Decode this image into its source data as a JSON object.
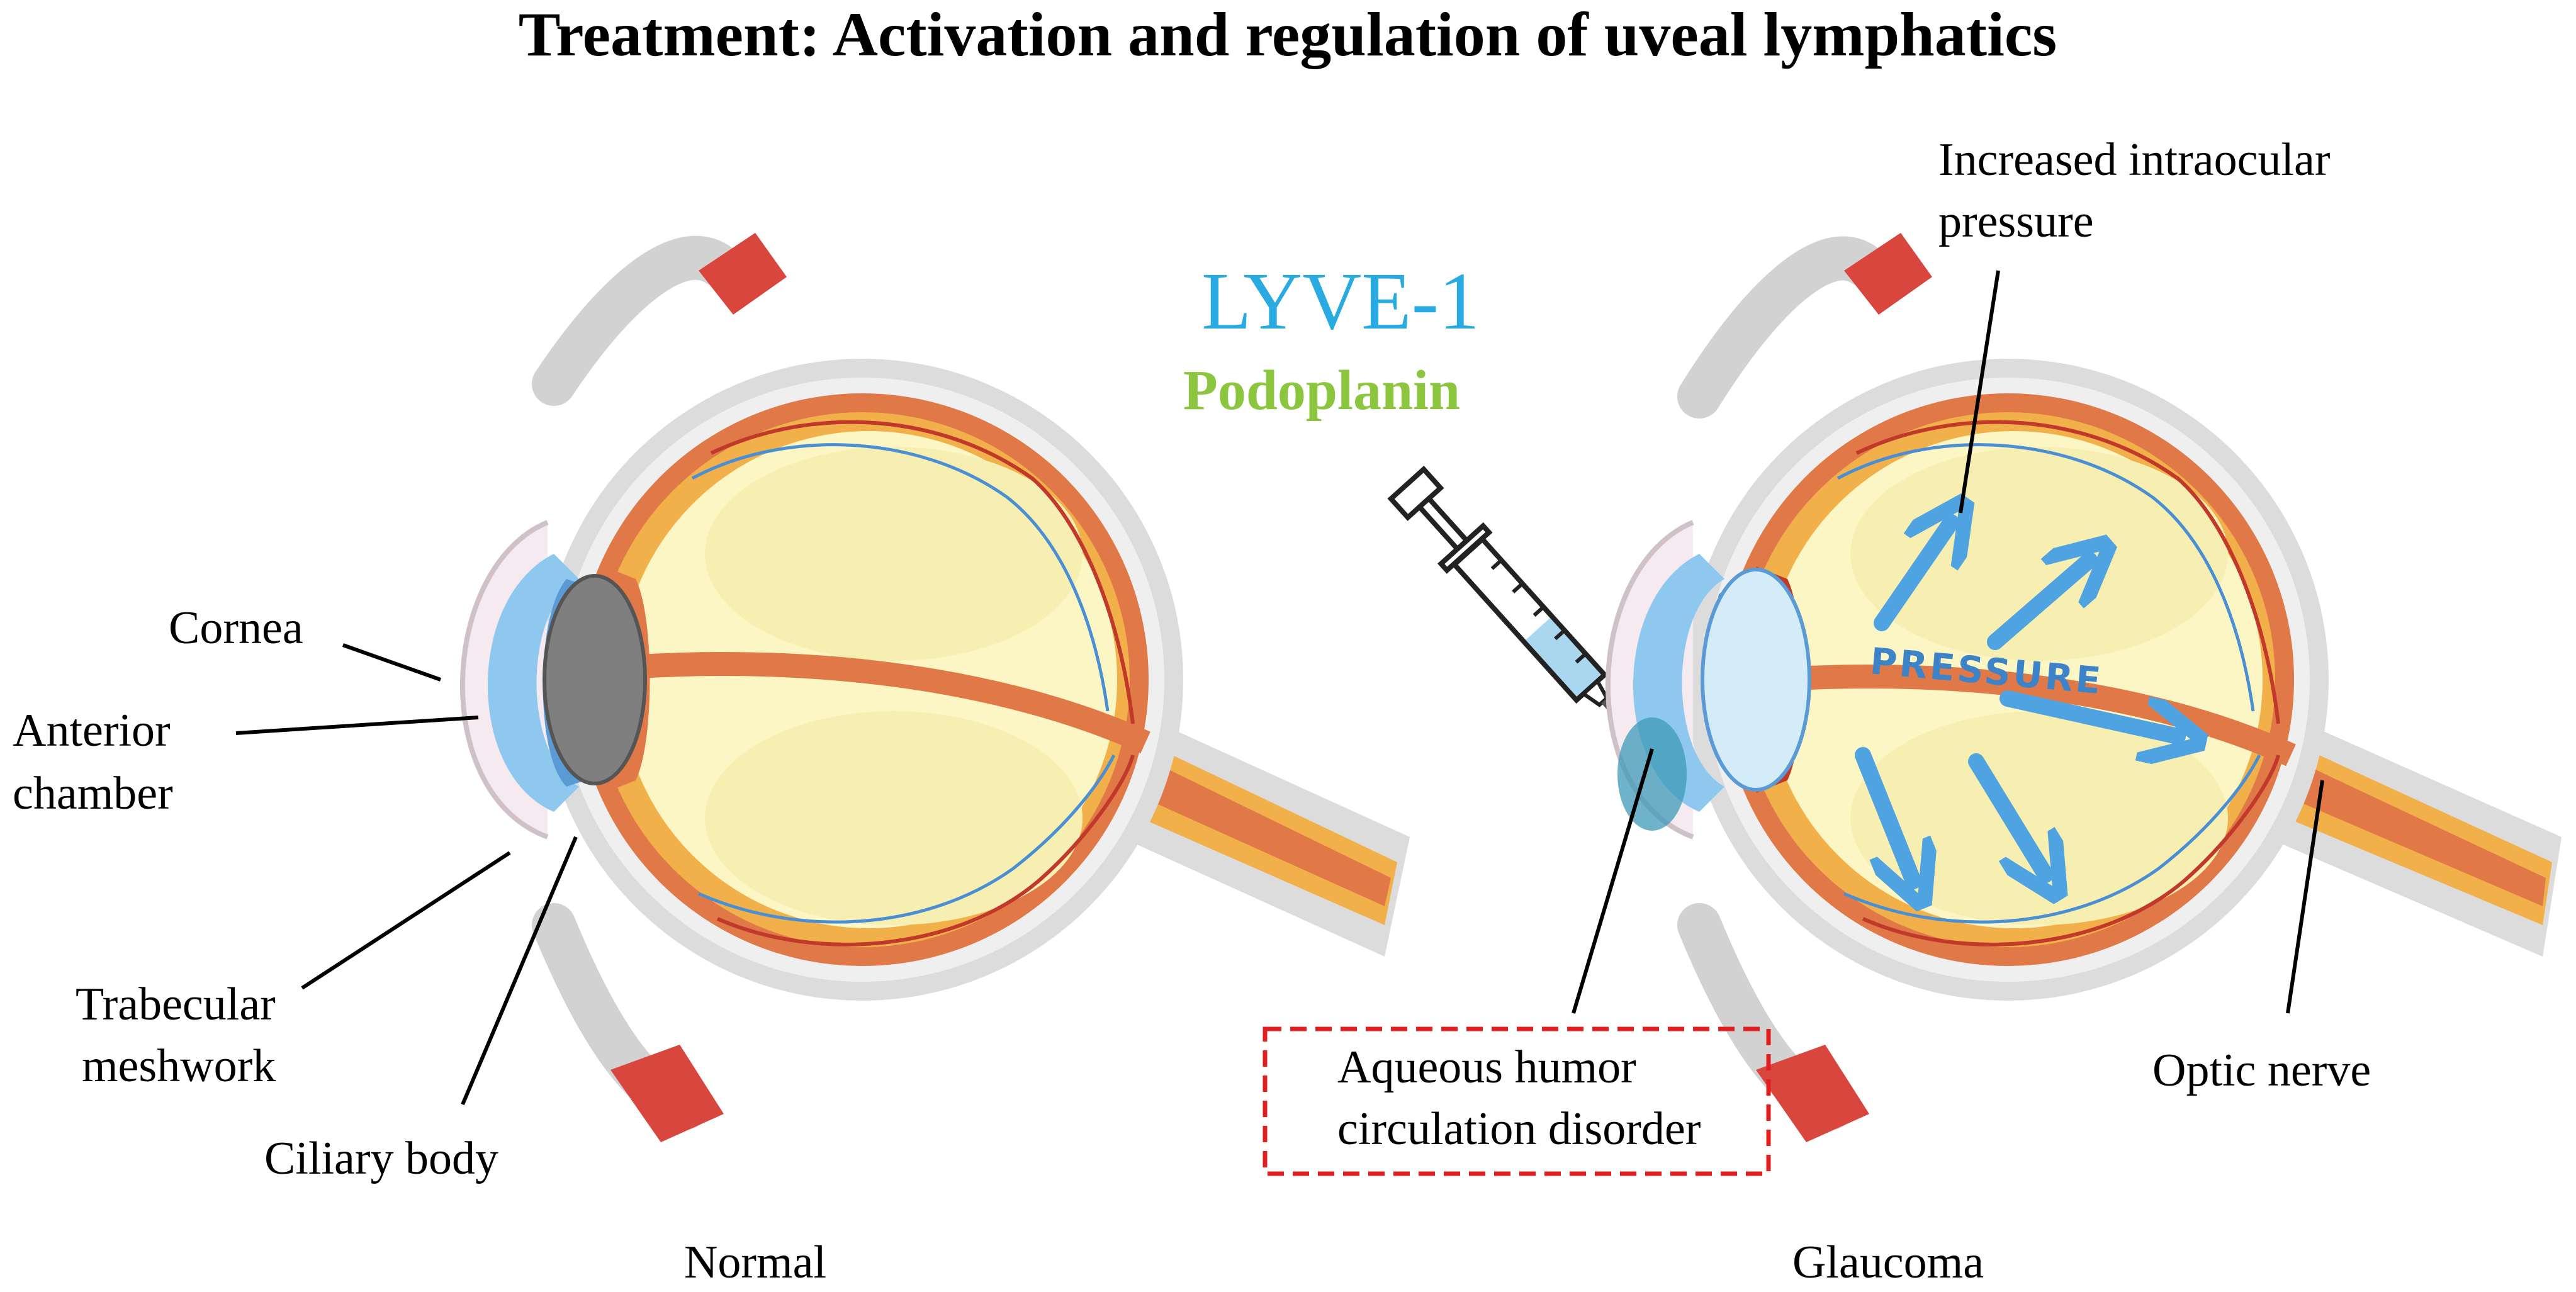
{
  "title": "Treatment: Activation and regulation of uveal lymphatics",
  "markers": {
    "lyve1": "LYVE-1",
    "podoplanin": "Podoplanin"
  },
  "labels": {
    "cornea": "Cornea",
    "anterior_chamber_1": "Anterior",
    "anterior_chamber_2": "chamber",
    "trabecular_1": "Trabecular",
    "trabecular_2": "meshwork",
    "ciliary_body": "Ciliary body",
    "iop_1": "Increased intraocular",
    "iop_2": "pressure",
    "aqueous_1": "Aqueous humor",
    "aqueous_2": "circulation disorder",
    "optic_nerve": "Optic nerve",
    "pressure_word": "PRESSURE"
  },
  "panels": {
    "normal": "Normal",
    "glaucoma": "Glaucoma"
  },
  "colors": {
    "title": "#000000",
    "lyve1": "#29abe2",
    "podoplanin": "#8cc63f",
    "pressure_arrows": "#4fa3e0",
    "highlight_box": "#e02020",
    "sclera_outer": "#d6d6d6",
    "choroid": "#e07848",
    "retina": "#f2b04a",
    "vitreous": "#fbf6c4",
    "lens_normal": "#7f7f7f",
    "cornea": "#8ec8ef",
    "muscle": "#d9463e"
  }
}
